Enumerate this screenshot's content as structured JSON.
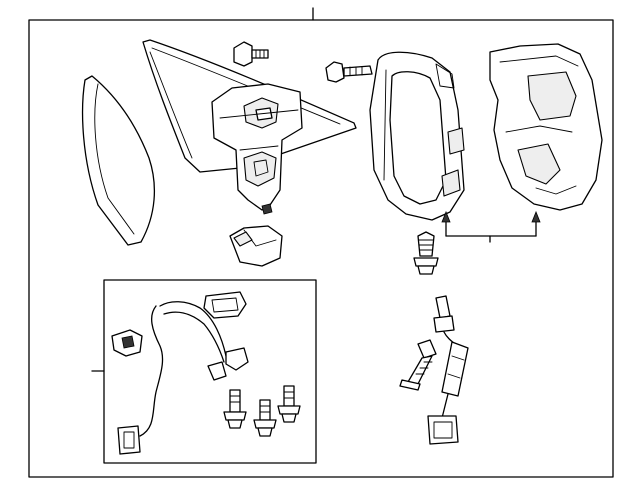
{
  "diagram": {
    "type": "exploded-parts-diagram",
    "labels": [],
    "colors": {
      "line": "#000000",
      "background": "#ffffff",
      "shade": "#eeeeee"
    },
    "parts": [
      "mirror-glass",
      "mirror-cover",
      "actuator-motor",
      "screw-top",
      "screw-middle",
      "mirror-housing-frame",
      "mirror-cap-cover",
      "clip-bracket",
      "bolt-lower",
      "wiring-harness-kit",
      "harness-connector-small",
      "bolt-kit-1",
      "bolt-kit-2",
      "bolt-kit-3",
      "bolt-side",
      "turn-signal-harness"
    ]
  }
}
